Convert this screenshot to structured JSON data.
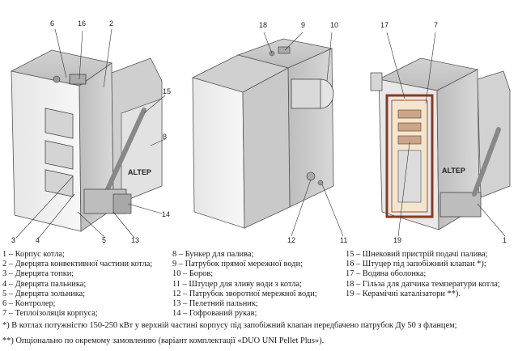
{
  "callouts": {
    "left": [
      "6",
      "16",
      "2",
      "15",
      "8",
      "14",
      "13",
      "5",
      "4",
      "3"
    ],
    "middle": [
      "18",
      "9",
      "10",
      "12",
      "11"
    ],
    "right": [
      "17",
      "7",
      "19",
      "1"
    ]
  },
  "brand": "ALTEP",
  "legend": {
    "col1": [
      "1 – Корпус котла;",
      "2 – Дверцята конвективної частини котла;",
      "3 – Дверцята топки;",
      "4 – Дверцята пальника;",
      "5 – Дверцята зольника;",
      "6 – Контролер;",
      "7 – Теплоізоляція корпуса;"
    ],
    "col2": [
      "8 – Бункер для палива;",
      "9 – Патрубок прямої мережної води;",
      "10 – Боров;",
      "11 – Штуцер для зливу води з котла;",
      "12 – Патрубок зворотної мережної води;",
      "13 – Пелетний пальник;",
      "14 – Гофрований рукав;"
    ],
    "col3": [
      "15 – Шнековий пристрій подачі палива;",
      "16 – Штуцер під запобіжний клапан *);",
      "17 – Водяна оболонка;",
      "18 – Гільза для датчика температури котла;",
      "19 – Керамічні каталізатори **)."
    ]
  },
  "notes": [
    "*) В котлах потужністю 150-250 кВт у верхній частині корпусу під запобіжний клапан передбачено патрубок Ду 50 з фланцем;",
    "**) Опціонально по окремому замовленню (варіант комплектації «DUO UNI Pellet Plus»)."
  ]
}
